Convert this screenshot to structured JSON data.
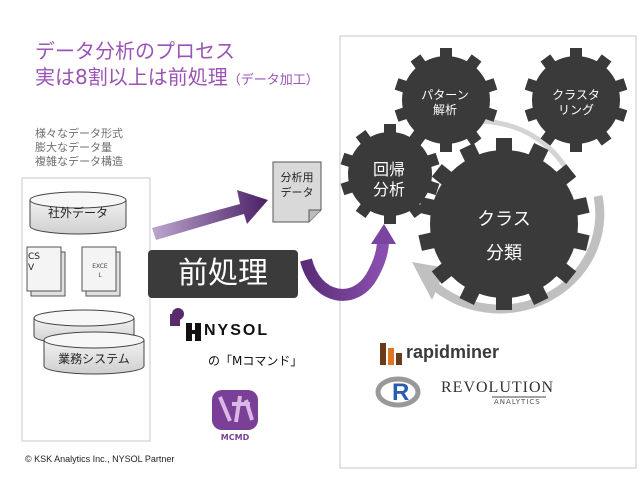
{
  "title": {
    "line1": "データ分析のプロセス",
    "line2_main": "実は8割以上は前処理",
    "line2_sub": "（データ加工）"
  },
  "descriptors": [
    "様々なデータ形式",
    "膨大なデータ量",
    "複雑なデータ構造"
  ],
  "sources": {
    "external": "社外データ",
    "csv": "CS\nV",
    "excel": "EXCE\nL",
    "business": "業務システム"
  },
  "analysis_doc": "分析用\nデータ",
  "preprocessing": "前処理",
  "gears": {
    "pattern": "パターン\n解析",
    "cluster": "クラスタ\nリング",
    "regression": "回帰\n分析",
    "classification": "クラス\n分類"
  },
  "tools": {
    "nysol": "NYSOL",
    "mcmd_caption": "の「Mコマンド」",
    "mcmd_logo_text": "MCMD",
    "rapidminer": "rapidminer",
    "r": "R",
    "revolution": "REVOLUTION",
    "revolution_sub": "ANALYTICS"
  },
  "copyright": "© KSK Analytics Inc., NYSOL Partner",
  "colors": {
    "accent": "#9b54b5",
    "gear": "#3a3a3a",
    "arrow": "#5b2d78",
    "doc_fill": "#d9d9d9"
  }
}
